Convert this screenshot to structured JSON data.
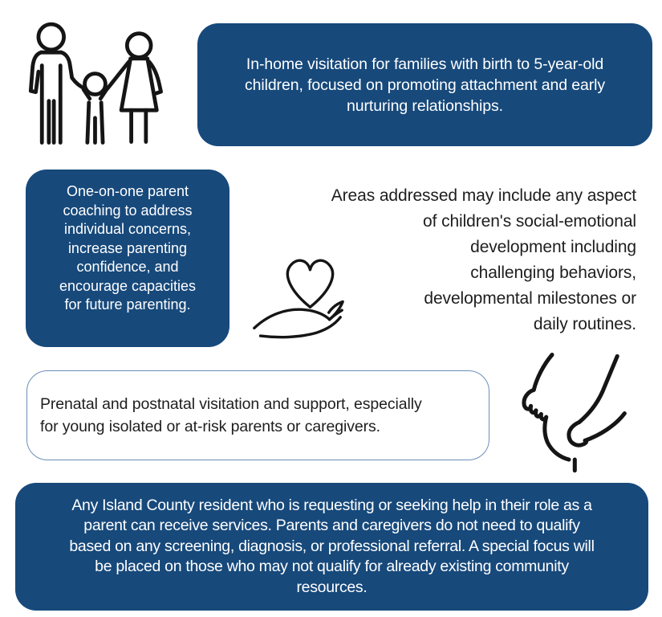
{
  "colors": {
    "primary_blue": "#17497B",
    "outline_blue": "#6C8EB9",
    "text_dark": "#1E1E1E",
    "text_light": "#FFFFFF",
    "icon_stroke": "#151515",
    "background": "#FFFFFF"
  },
  "cards": {
    "in_home_visitation": {
      "text": "In-home visitation for families with birth to 5-year-old\nchildren, focused on promoting attachment and early\nnurturing relationships."
    },
    "parent_coaching": {
      "text": "One-on-one parent\ncoaching to address\nindividual concerns,\nincrease parenting\nconfidence, and\nencourage capacities\nfor future parenting."
    },
    "areas_addressed": {
      "text": "Areas addressed may include any aspect\nof children's social-emotional\ndevelopment including\nchallenging behaviors,\ndevelopmental milestones or\ndaily routines."
    },
    "prenatal_support": {
      "text": "Prenatal and postnatal visitation and support, especially\nfor young isolated or at-risk parents or caregivers."
    },
    "eligibility": {
      "text": "Any Island County resident who is requesting or seeking help in their role as a\nparent can receive services. Parents and caregivers do not need to qualify\nbased on any screening, diagnosis, or professional referral. A special focus will\nbe placed on those who may not qualify for already existing community\nresources."
    }
  },
  "icons": {
    "family": "family-holding-hands-icon",
    "heart_hand": "hand-holding-heart-icon",
    "pregnancy": "hands-cradling-pregnant-belly-icon"
  }
}
